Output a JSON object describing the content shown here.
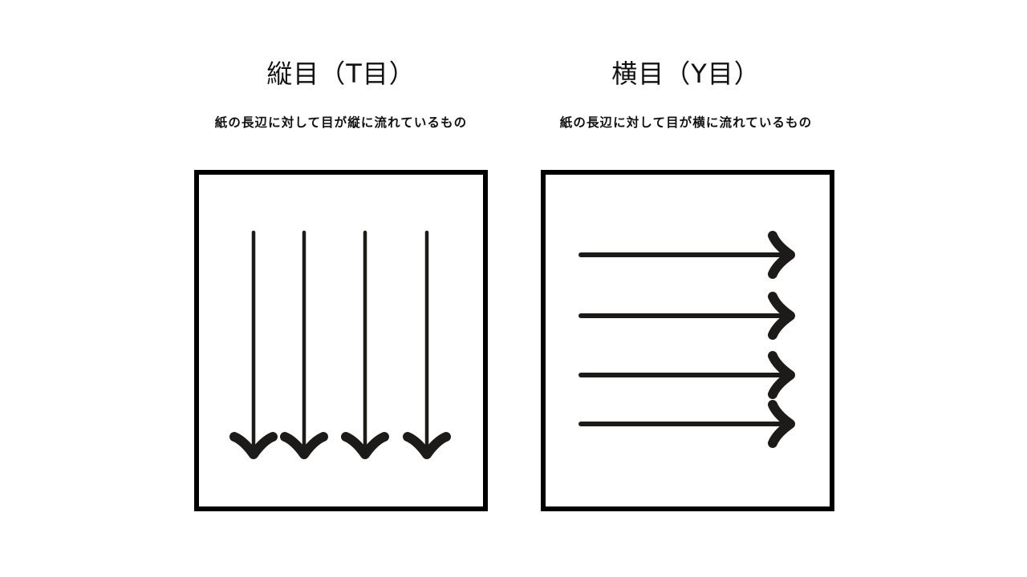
{
  "document": {
    "background_color": "#ffffff",
    "ink_color": "#1d1a1a",
    "border_color": "#000000"
  },
  "panels": [
    {
      "id": "tate-me",
      "title": "縦目（T目）",
      "subtitle": "紙の長辺に対して目が縦に流れているもの",
      "diagram": {
        "name": "paper-sheet-vertical-grain",
        "arrow_direction": "down",
        "arrow_count": 4
      }
    },
    {
      "id": "yoko-me",
      "title": "横目（Y目）",
      "subtitle": "紙の長辺に対して目が横に流れているもの",
      "diagram": {
        "name": "paper-sheet-horizontal-grain",
        "arrow_direction": "right",
        "arrow_count": 4
      }
    }
  ]
}
